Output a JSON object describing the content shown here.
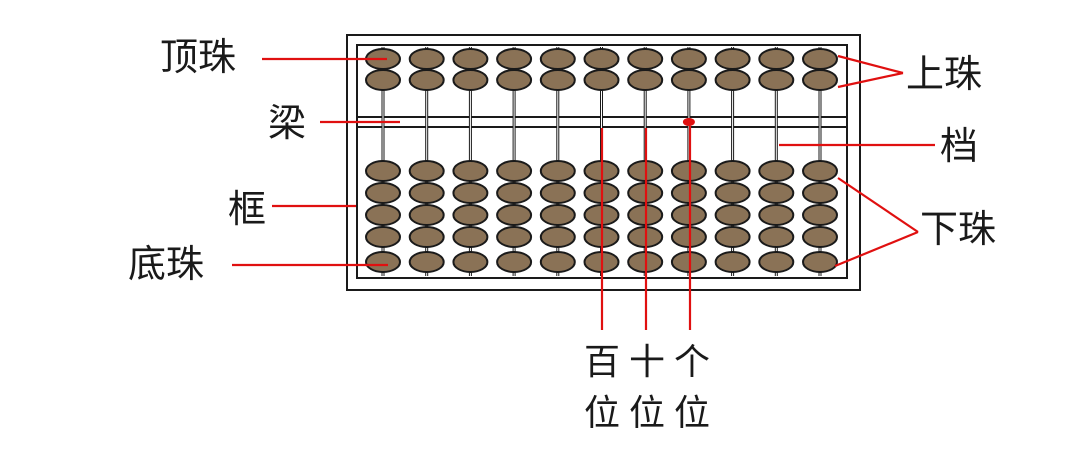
{
  "diagram": {
    "labels": {
      "top_bead": "顶珠",
      "beam": "梁",
      "frame": "框",
      "bottom_bead": "底珠",
      "upper_beads": "上珠",
      "rod": "档",
      "lower_beads": "下珠",
      "hundreds_line1": "百",
      "hundreds_line2": "位",
      "tens_line1": "十",
      "tens_line2": "位",
      "ones_line1": "个",
      "ones_line2": "位"
    },
    "abacus": {
      "rods": 11,
      "upper_beads_per_rod": 2,
      "lower_beads_per_rod": 5,
      "unit_rod_index": 7,
      "colors": {
        "bead_fill": "#8a7256",
        "bead_stroke": "#1a1a1a",
        "frame_stroke": "#1a1a1a",
        "rod": "#1a1a1a",
        "pointer_line": "#e01010",
        "unit_dot": "#e01010"
      }
    }
  }
}
